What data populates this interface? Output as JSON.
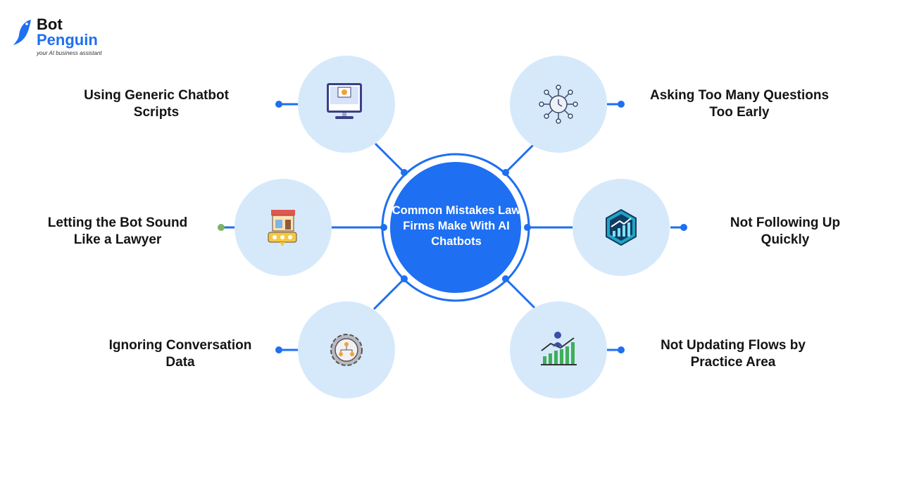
{
  "brand": {
    "name_line1": "Bot",
    "name_line2": "Penguin",
    "tagline": "your AI business assistant"
  },
  "center": {
    "title": "Common Mistakes Law Firms Make With AI Chatbots"
  },
  "items": [
    {
      "label": "Using Generic Chatbot Scripts",
      "line1": "Using Generic Chatbot",
      "line2": "Scripts",
      "icon": "computer-screen-icon"
    },
    {
      "label": "Asking Too Many Questions Too Early",
      "line1": "Asking Too Many Questions",
      "line2": "Too Early",
      "icon": "clock-network-icon"
    },
    {
      "label": "Letting the Bot Sound Like a Lawyer",
      "line1": "Letting the Bot Sound",
      "line2": "Like a Lawyer",
      "icon": "storefront-rating-icon"
    },
    {
      "label": "Not Following Up Quickly",
      "line1": "Not Following Up",
      "line2": "Quickly",
      "icon": "growth-chart-badge-icon"
    },
    {
      "label": "Ignoring Conversation Data",
      "line1": "Ignoring Conversation",
      "line2": "Data",
      "icon": "gear-team-icon"
    },
    {
      "label": "Not Updating Flows by Practice Area",
      "line1": "Not Updating Flows by",
      "line2": "Practice Area",
      "icon": "person-growth-chart-icon"
    }
  ],
  "colors": {
    "accent": "#1e6ff1",
    "node_fill": "#d6e9fb",
    "text": "#141414"
  }
}
